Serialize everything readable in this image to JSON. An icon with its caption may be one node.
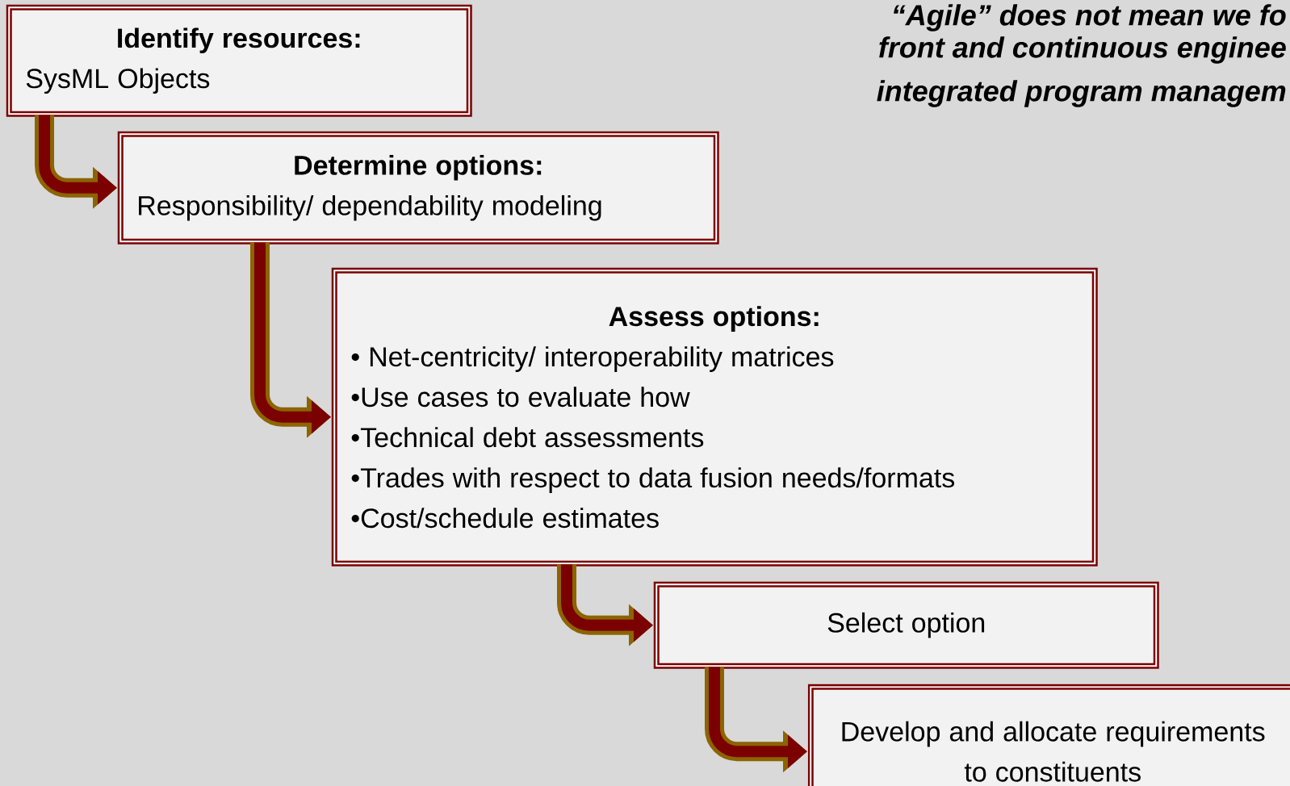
{
  "diagram": {
    "nodes": [
      {
        "text": [
          "Identify resources:",
          "SysML Objects"
        ]
      },
      {
        "text": [
          "Determine options:",
          "Responsibility/ dependability modeling"
        ]
      },
      {
        "text": [
          "Assess options:",
          "• Net-centricity/ interoperability matrices",
          "•Use cases to evaluate how",
          "•Technical debt assessments",
          "•Trades with respect to data fusion needs/formats",
          "•Cost/schedule estimates"
        ]
      },
      {
        "text": [
          "Select option"
        ]
      },
      {
        "text": [
          "Develop and allocate requirements to constituents"
        ]
      }
    ],
    "edges": [
      {
        "from": 0,
        "to": 1,
        "arrow": "to"
      },
      {
        "from": 1,
        "to": 2,
        "arrow": "to"
      },
      {
        "from": 2,
        "to": 3,
        "arrow": "to"
      },
      {
        "from": 3,
        "to": 4,
        "arrow": "to"
      }
    ],
    "labels": [
      "“Agile” does not mean we fo",
      "front and continuous enginee",
      "integrated program managem"
    ]
  }
}
